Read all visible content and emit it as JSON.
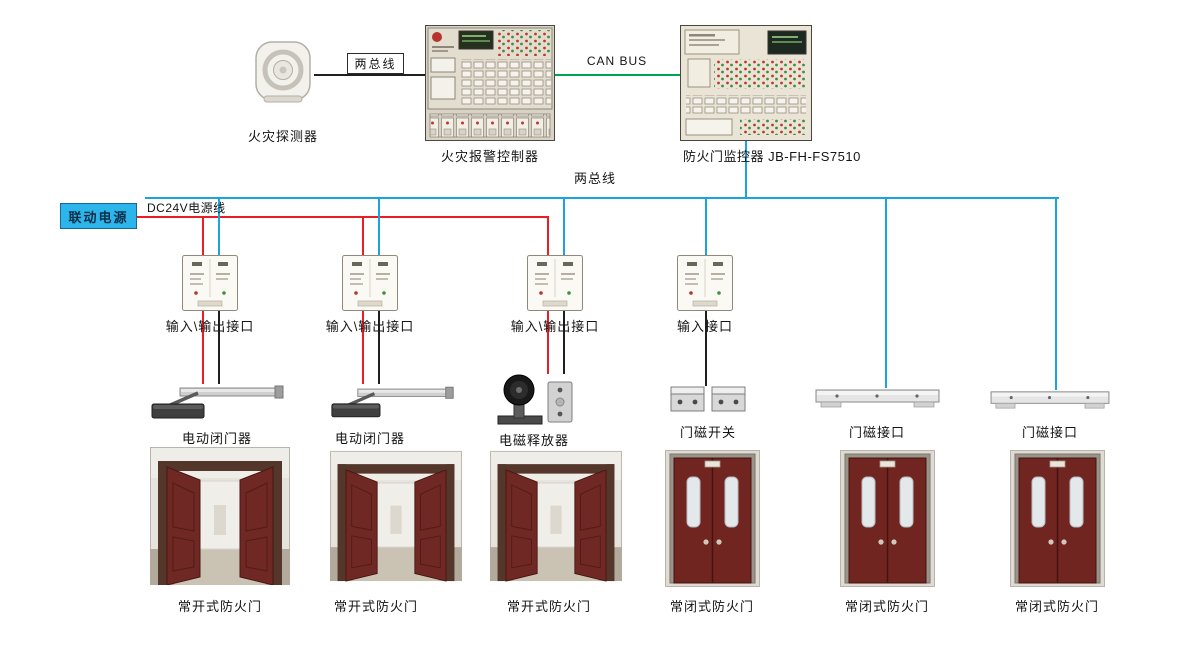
{
  "colors": {
    "bus_blue": "#1aa3e0",
    "power_red": "#ec1c24",
    "can_green": "#00a551",
    "wire_black": "#1f1f1f",
    "power_box_fill": "#2bb5ea"
  },
  "top_row": {
    "detector_label": "火灾探测器",
    "two_bus_tag": "两总线",
    "controller_label": "火灾报警控制器",
    "can_bus_label": "CAN BUS",
    "monitor_label": "防火门监控器 JB-FH-FS7510"
  },
  "bus_row": {
    "two_bus_label": "两总线",
    "dc24v_label": "DC24V电源线",
    "power_box_label": "联动电源"
  },
  "interfaces": [
    {
      "label": "输入\\输出接口"
    },
    {
      "label": "输入\\输出接口"
    },
    {
      "label": "输入\\输出接口"
    },
    {
      "label": "输入接口"
    }
  ],
  "devices": [
    {
      "label": "电动闭门器"
    },
    {
      "label": "电动闭门器"
    },
    {
      "label": "电磁释放器"
    },
    {
      "label": "门磁开关"
    },
    {
      "label": "门磁接口"
    },
    {
      "label": "门磁接口"
    }
  ],
  "doors": [
    {
      "label": "常开式防火门",
      "type": "open"
    },
    {
      "label": "常开式防火门",
      "type": "open"
    },
    {
      "label": "常开式防火门",
      "type": "open"
    },
    {
      "label": "常闭式防火门",
      "type": "closed"
    },
    {
      "label": "常闭式防火门",
      "type": "closed"
    },
    {
      "label": "常闭式防火门",
      "type": "closed"
    }
  ]
}
